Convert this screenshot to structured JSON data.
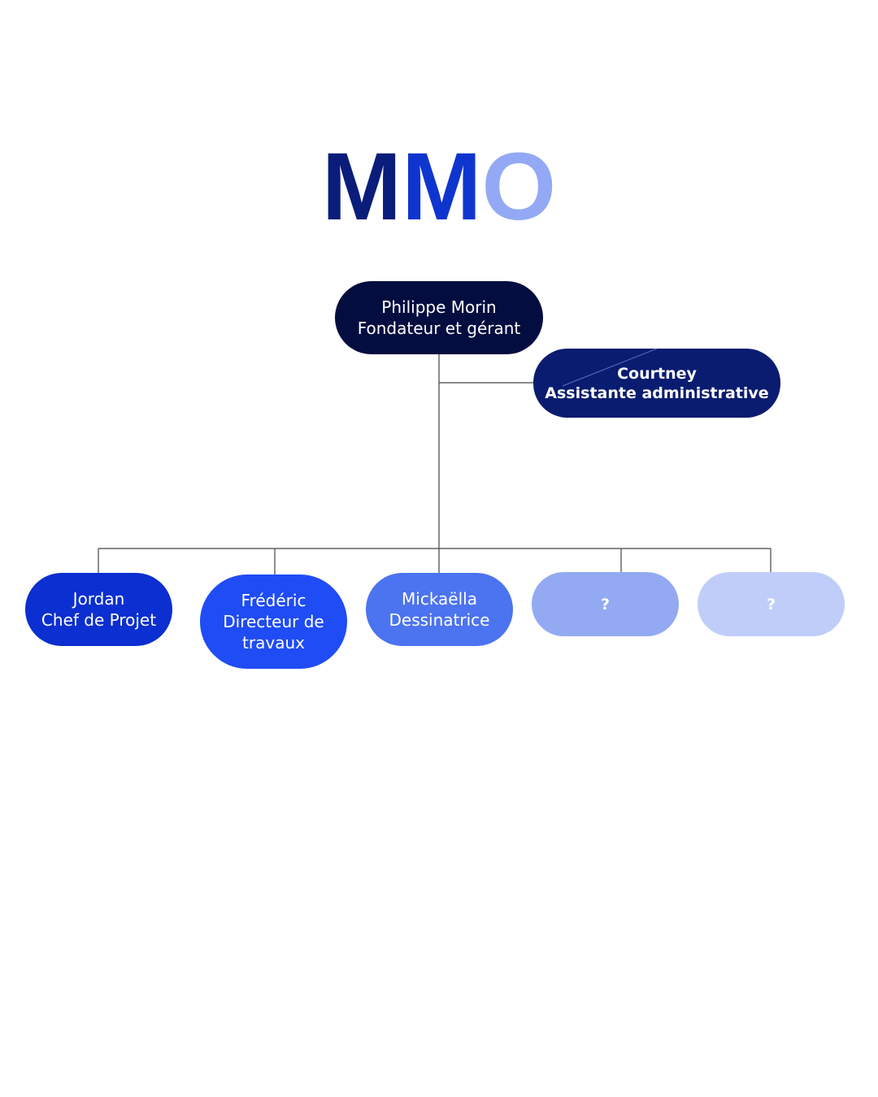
{
  "logo": {
    "letters": [
      {
        "char": "M",
        "color": "#0a1d7a"
      },
      {
        "char": "M",
        "color": "#0f35cf"
      },
      {
        "char": "O",
        "color": "#93a9f5"
      }
    ]
  },
  "org_chart": {
    "root": {
      "name": "Philippe Morin",
      "role": "Fondateur et gérant",
      "color": "#040d3f"
    },
    "assistant": {
      "name": "Courtney",
      "role": "Assistante administrative",
      "color": "#0a1c70"
    },
    "staff": [
      {
        "name": "Jordan",
        "role": "Chef de Projet",
        "color": "#0b2fd0"
      },
      {
        "name": "Frédéric",
        "role_line1": "Directeur de",
        "role_line2": "travaux",
        "color": "#1f4cf5"
      },
      {
        "name": "Mickaëlla",
        "role": "Dessinatrice",
        "color": "#4c73f0"
      },
      {
        "name": "?",
        "color": "#93a9f2"
      },
      {
        "name": "?",
        "color": "#c0cdf9"
      }
    ],
    "connector_color": "#444444"
  }
}
